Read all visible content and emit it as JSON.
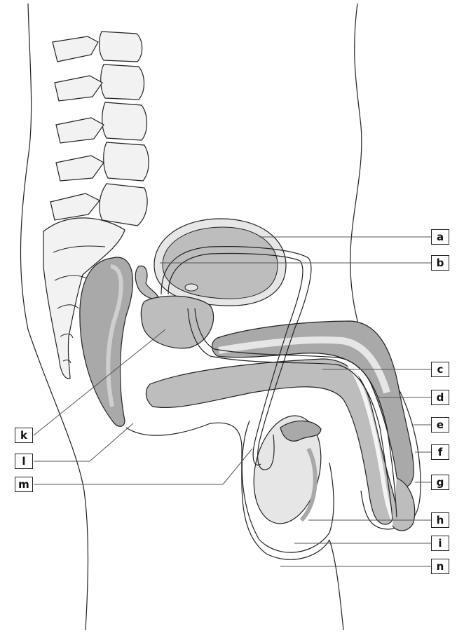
{
  "diagram": {
    "labels_right": [
      "a",
      "b",
      "c",
      "d",
      "e",
      "f",
      "g",
      "h",
      "i",
      "n"
    ],
    "labels_left": [
      "k",
      "l",
      "m"
    ]
  },
  "colors": {
    "outline": "#222222",
    "bone": "#f2f2f2",
    "organ_dark": "#a9a9a9",
    "organ_mid": "#bdbdbd",
    "organ_light": "#e6e6e6",
    "duct": "#f4f4f4"
  }
}
